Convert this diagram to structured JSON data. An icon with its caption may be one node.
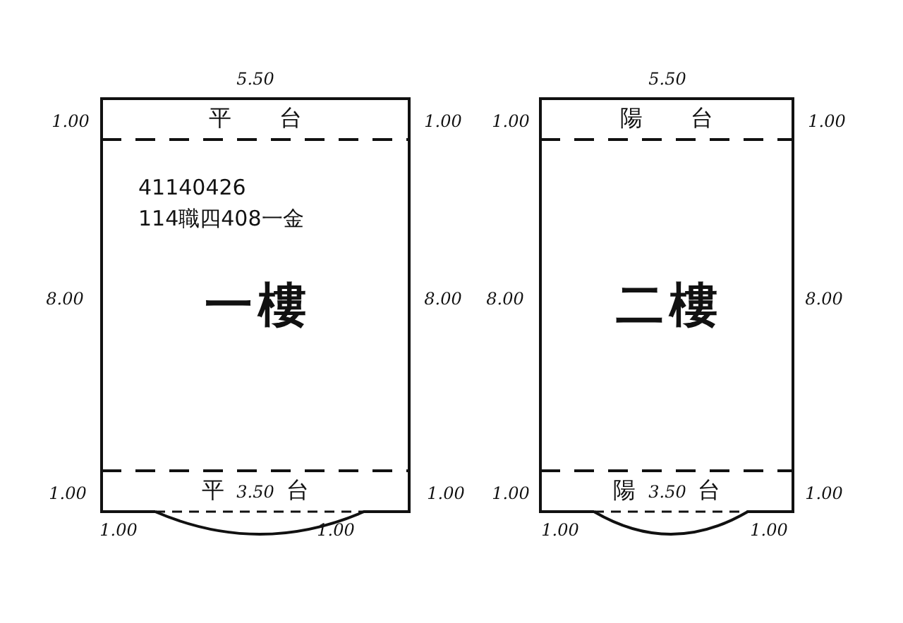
{
  "diagram": {
    "nodes": [
      {
        "text": [
          "平台"
        ]
      },
      {
        "text": [
          "一樓"
        ]
      },
      {
        "text": [
          "平台"
        ]
      },
      {
        "text": [
          "陽台"
        ]
      },
      {
        "text": [
          "二樓"
        ]
      },
      {
        "text": [
          "陽台"
        ]
      }
    ],
    "labels": [
      "5.50",
      "5.50",
      "1.00",
      "1.00",
      "1.00",
      "1.00",
      "41140426",
      "114職四408一金",
      "8.00",
      "8.00",
      "8.00",
      "8.00",
      "1.00",
      "3.50",
      "1.00",
      "1.00",
      "3.50",
      "1.00",
      "1.00",
      "1.00",
      "1.00",
      "1.00"
    ]
  }
}
